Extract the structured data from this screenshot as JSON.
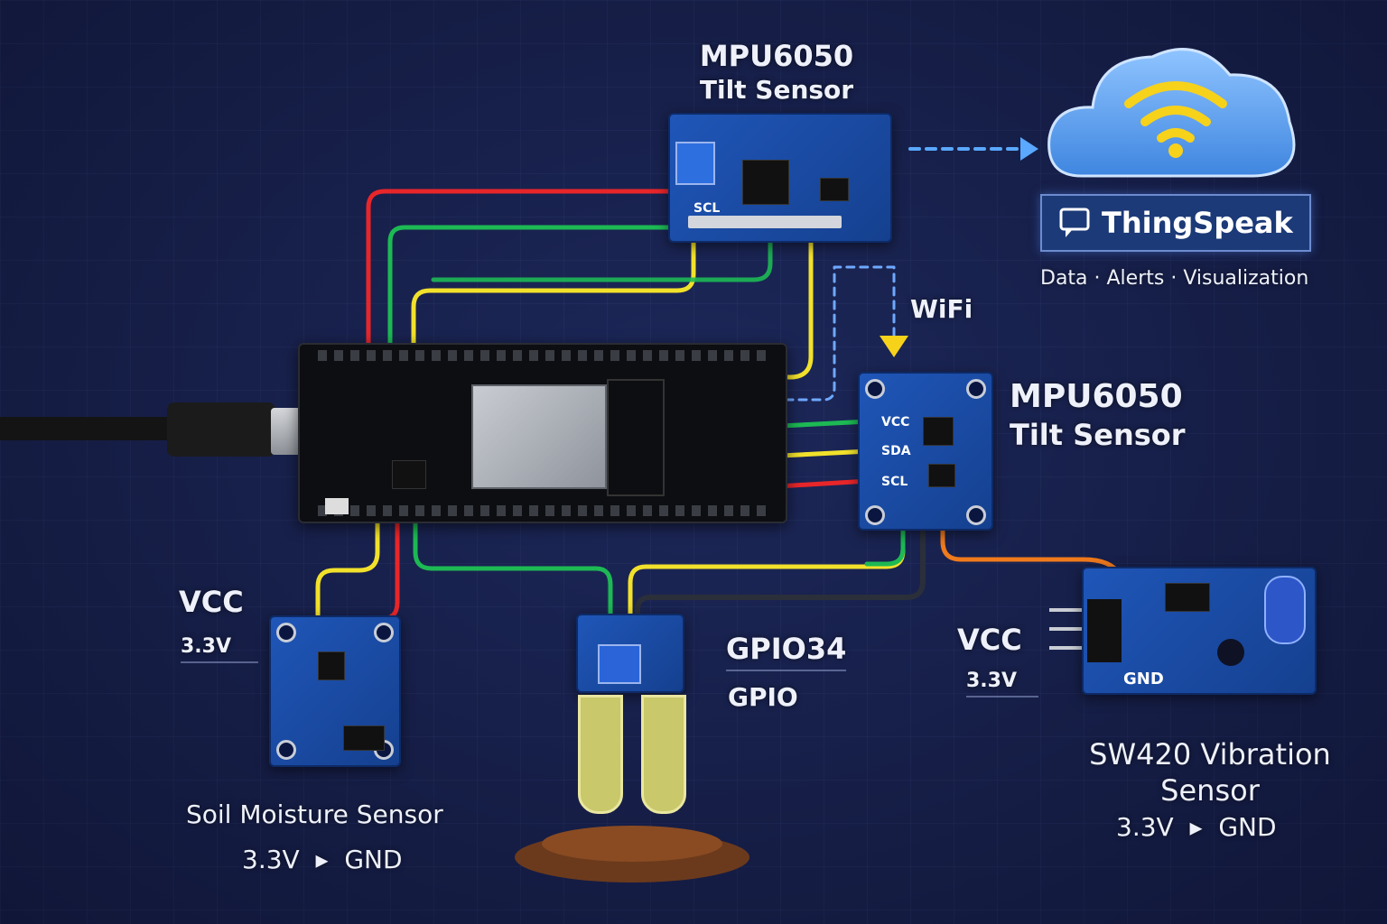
{
  "diagram": {
    "top_sensor": {
      "title_line1": "MPU6050",
      "title_line2": "Tilt Sensor",
      "pin_label": "SCL"
    },
    "right_sensor": {
      "title_line1": "MPU6050",
      "title_line2": "Tilt Sensor",
      "pins": [
        "VCC",
        "SDA",
        "SCL"
      ]
    },
    "cloud": {
      "service": "ThingSpeak",
      "tagline": "Data · Alerts · Visualization"
    },
    "wifi_label": "WiFi",
    "soil": {
      "name": "Soil Moisture Sensor",
      "vcc_label": "VCC",
      "voltage": "3.3V",
      "power_line": "3.3V  ▸  GND"
    },
    "probe": {
      "gpio34": "GPIO34",
      "gpio": "GPIO"
    },
    "vibration": {
      "name_line1": "SW420 Vibration",
      "name_line2": "Sensor",
      "vcc_label": "VCC",
      "voltage": "3.3V",
      "gnd_label": "GND",
      "power_line": "3.3V  ▸  GND"
    },
    "colors": {
      "vcc_wire": "#e8262a",
      "gnd_wire": "#1db954",
      "signal_wire": "#f2e12b",
      "dark_wire": "#2b2f3a",
      "orange_wire": "#f07a1c",
      "accent": "#f7d21b"
    }
  }
}
